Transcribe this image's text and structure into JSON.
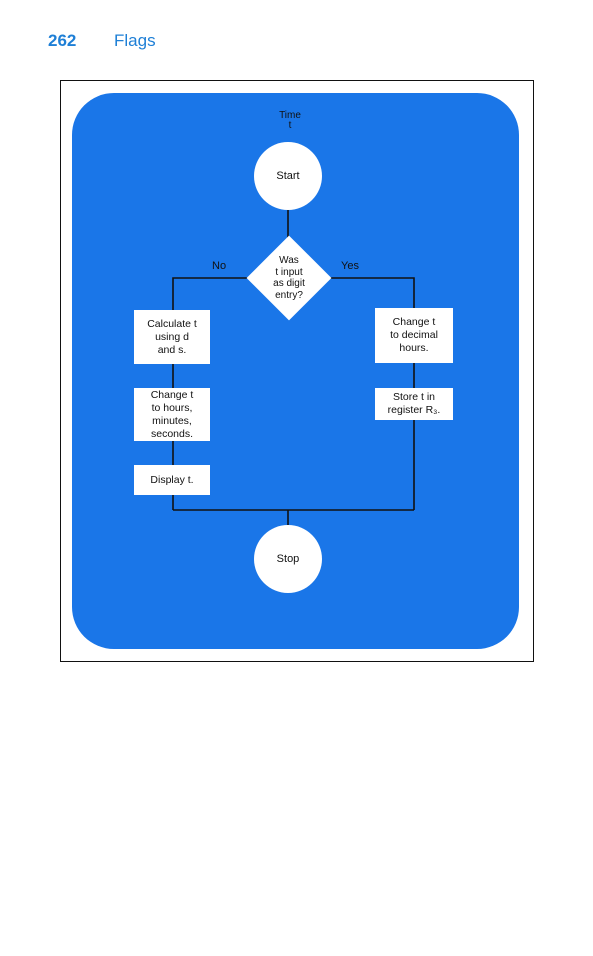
{
  "header": {
    "page_number": "262",
    "chapter": "Flags"
  },
  "flowchart": {
    "input_label": "Time\nt",
    "start": "Start",
    "decision": "Was\nt input\nas digit\nentry?",
    "branch_no": "No",
    "branch_yes": "Yes",
    "left_steps": [
      "Calculate t\nusing d\nand s.",
      "Change t\nto hours,\nminutes,\nseconds.",
      "Display t."
    ],
    "right_steps": [
      "Change t\nto decimal\nhours.",
      "Store t in\nregister R₃."
    ],
    "stop": "Stop"
  },
  "colors": {
    "panel": "#1a76e8",
    "header": "#1e7fd6"
  }
}
